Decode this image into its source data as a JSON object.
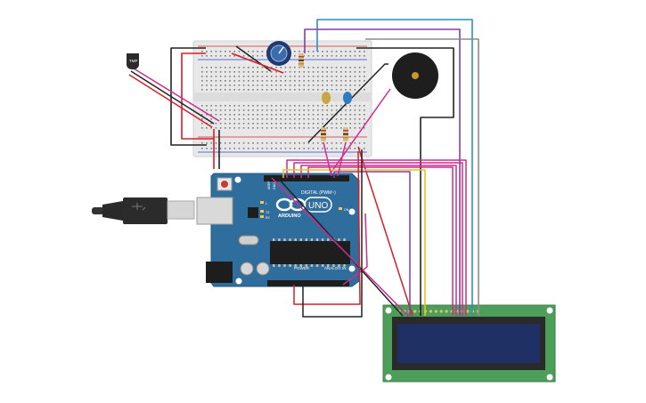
{
  "sensor": {
    "label": "TMP"
  },
  "arduino": {
    "brand": "ARDUINO",
    "model": "UNO",
    "digital_header": "DIGITAL (PWM~)",
    "power_header": "POWER",
    "analog_header": "ANALOG IN",
    "aref": "AREF",
    "gnd": "GND",
    "tx": "TX",
    "rx": "RX",
    "l_led": "L",
    "on_led": "ON"
  },
  "colors": {
    "board": "#2f6e9c",
    "breadboard": "#e6e6e6",
    "lcd_pcb": "#4e9e5b",
    "lcd_screen": "#1f3064",
    "wire_red": "#d4202a",
    "wire_black": "#222222",
    "wire_magenta": "#cc2d8e",
    "wire_purple": "#8a3aa8",
    "wire_blue": "#2a8fc9",
    "wire_gray": "#8c8c8c",
    "wire_yellow": "#e8c21c"
  }
}
